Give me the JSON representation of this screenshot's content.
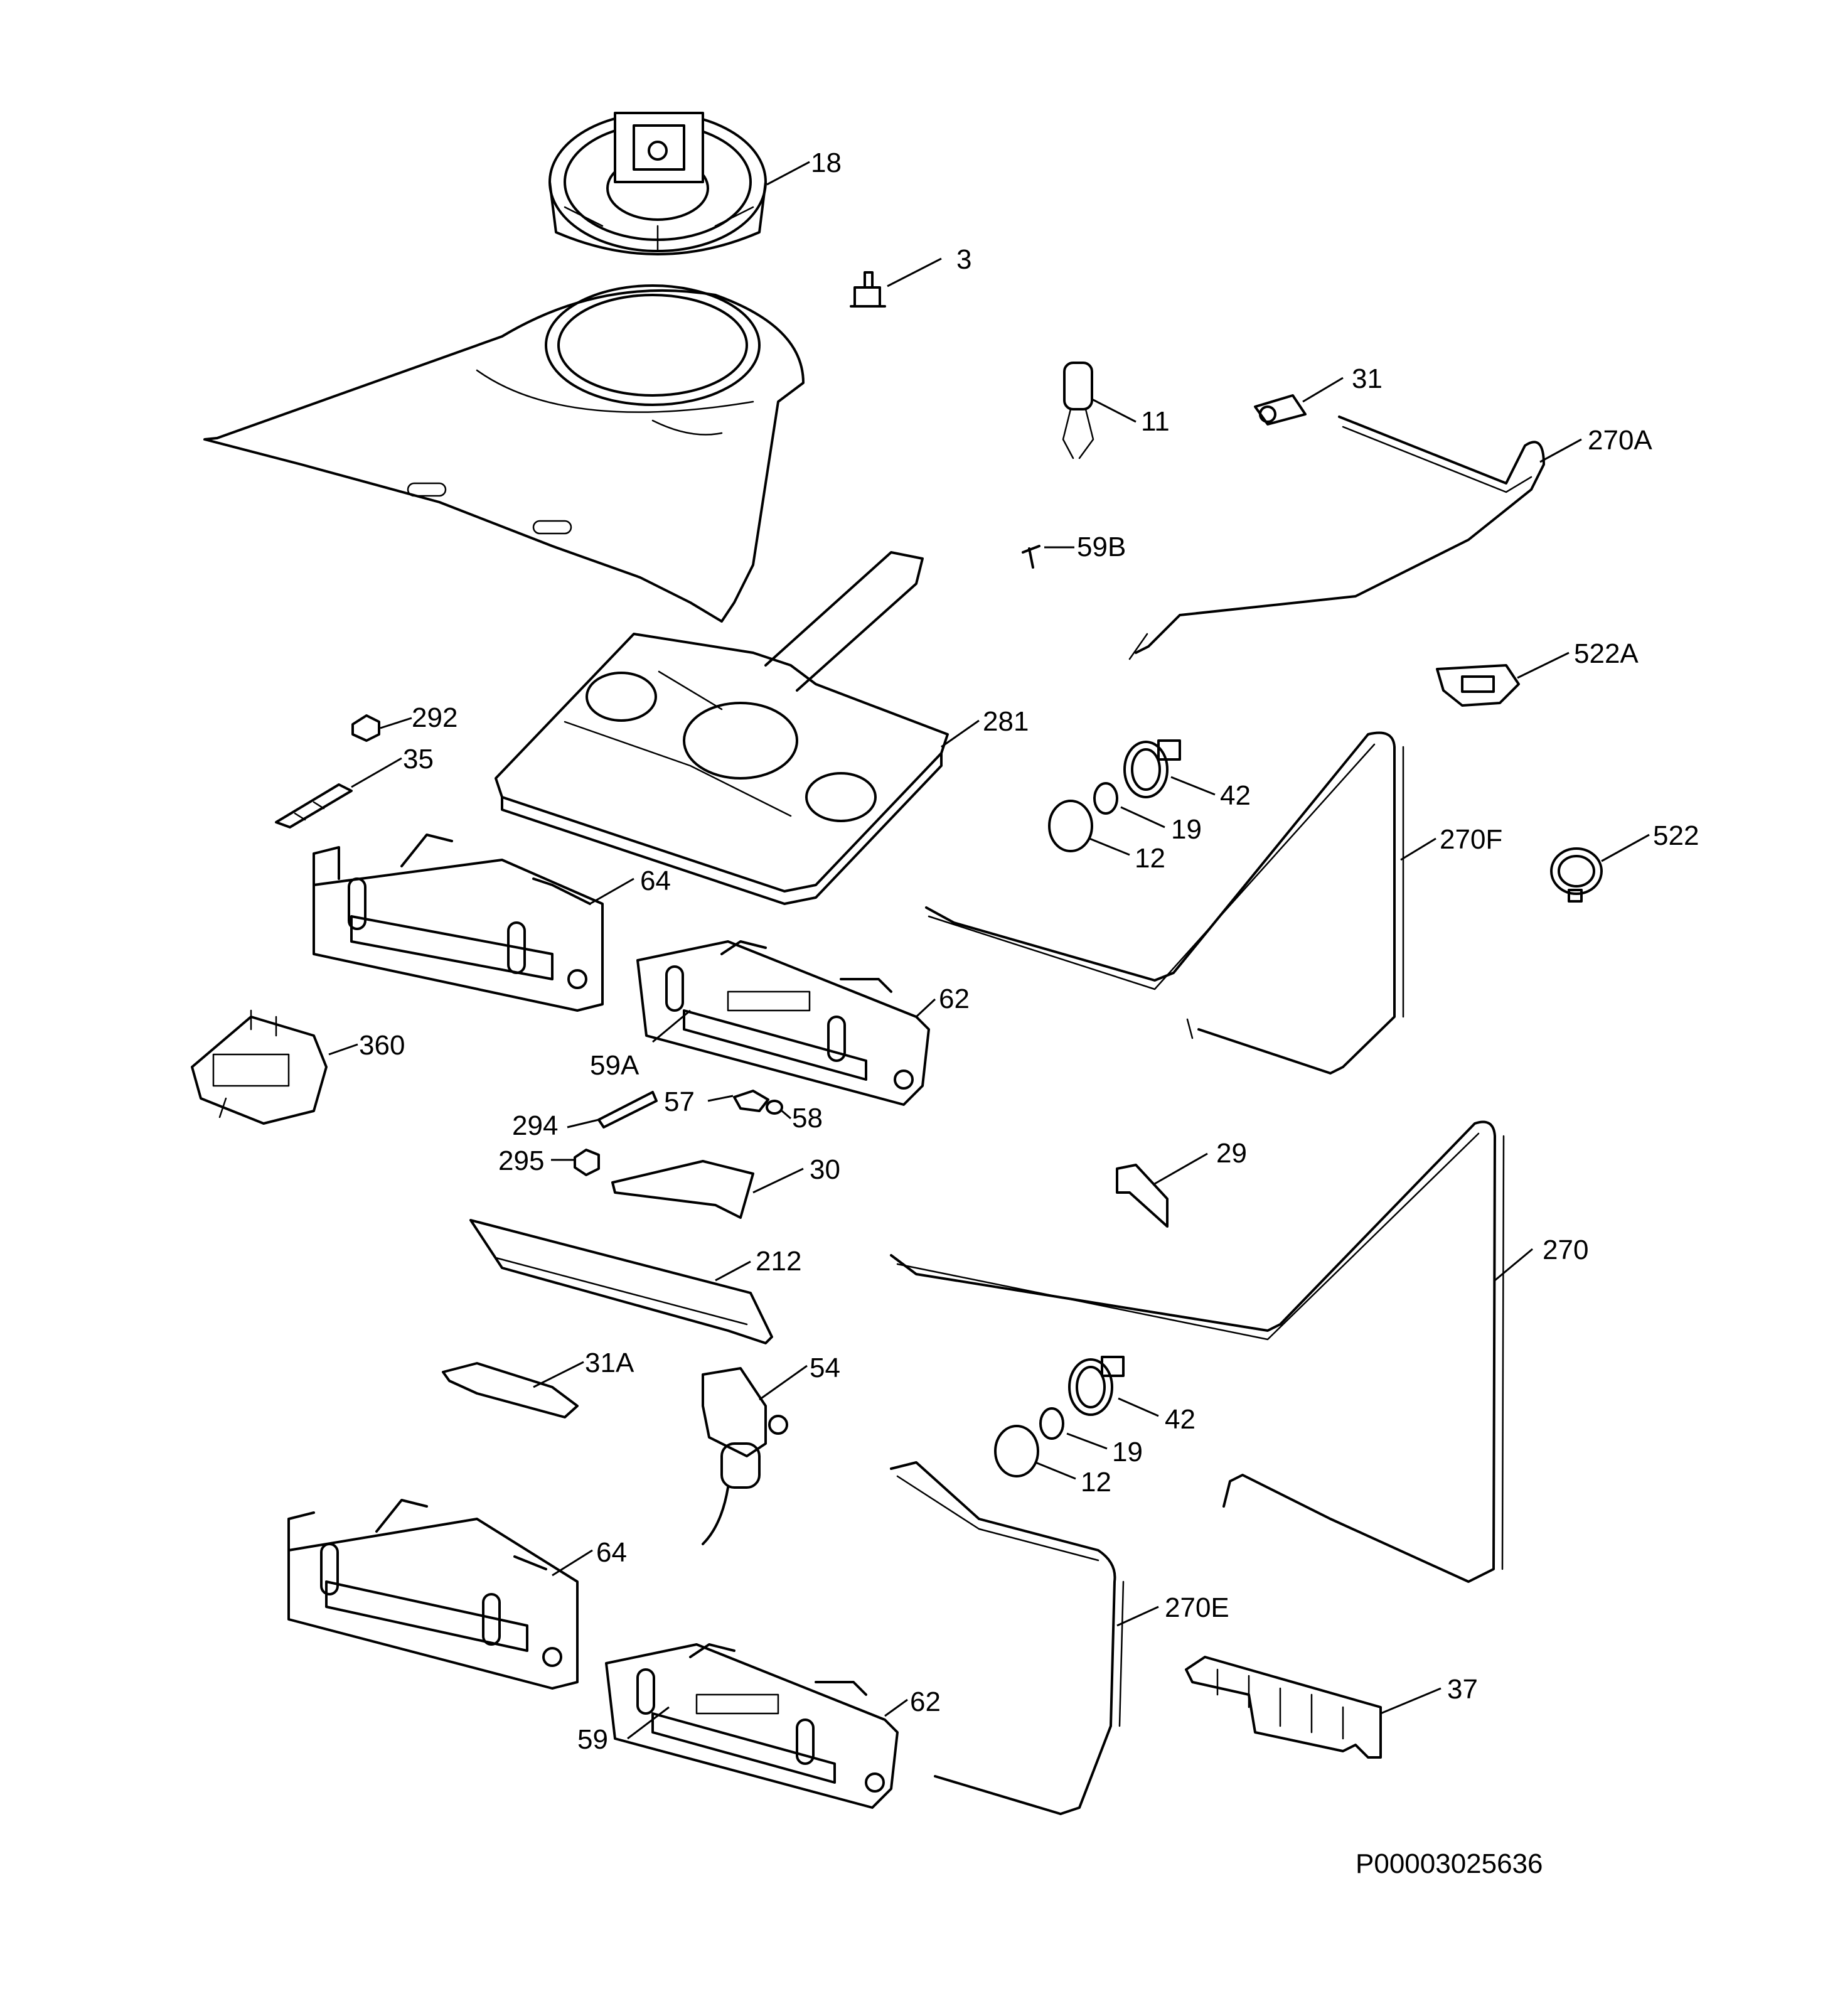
{
  "callouts": {
    "c18": "18",
    "c3": "3",
    "c31": "31",
    "c11": "11",
    "c270A": "270A",
    "c59B": "59B",
    "c522A": "522A",
    "c292": "292",
    "c281": "281",
    "c35": "35",
    "c42a": "42",
    "c19a": "19",
    "c270F": "270F",
    "c12a": "12",
    "c522": "522",
    "c64a": "64",
    "c62a": "62",
    "c360": "360",
    "c59A": "59A",
    "c294": "294",
    "c57": "57",
    "c58": "58",
    "c29": "29",
    "c295": "295",
    "c30": "30",
    "c212": "212",
    "c270": "270",
    "c31A": "31A",
    "c54": "54",
    "c42b": "42",
    "c19b": "19",
    "c12b": "12",
    "c64b": "64",
    "c270E": "270E",
    "c62b": "62",
    "c37": "37",
    "c59": "59"
  },
  "footer": {
    "document_id": "P00003025636"
  }
}
